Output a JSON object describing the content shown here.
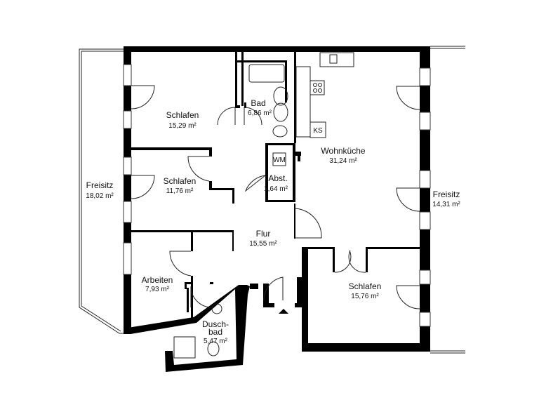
{
  "rooms": [
    {
      "name": "Schlafen",
      "area": "15,29 m²"
    },
    {
      "name": "Bad",
      "area": "6,86 m²"
    },
    {
      "name": "Schlafen",
      "area": "11,76 m²"
    },
    {
      "name": "Freisitz",
      "area": "18,02 m²"
    },
    {
      "name": "Abst.",
      "area": "1,64 m²"
    },
    {
      "name": "Wohnküche",
      "area": "31,24 m²"
    },
    {
      "name": "Freisitz",
      "area": "14,31 m²"
    },
    {
      "name": "Flur",
      "area": "15,55 m²"
    },
    {
      "name": "Arbeiten",
      "area": "7,93 m²"
    },
    {
      "name": "Schlafen",
      "area": "15,76 m²"
    },
    {
      "name": "Dusch-",
      "name2": "bad",
      "area": "5,47 m²"
    }
  ],
  "fixtures": {
    "washing_machine": "WM",
    "fridge": "KS"
  },
  "icons": {
    "entrance": "triangle-up-icon"
  }
}
